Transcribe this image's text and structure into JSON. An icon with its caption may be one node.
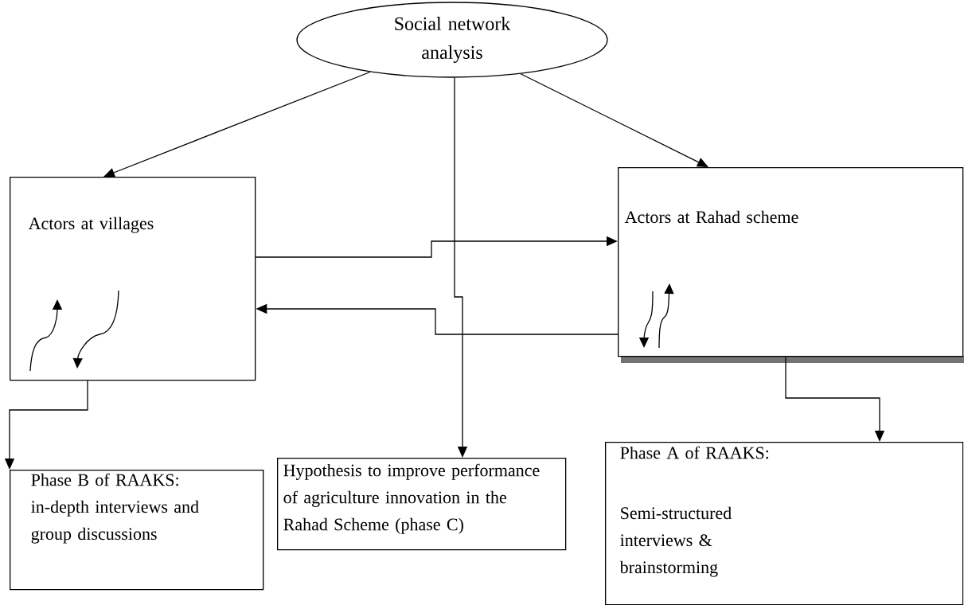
{
  "diagram": {
    "nodes": [
      {
        "text": [
          "Social network analysis"
        ]
      },
      {
        "text": [
          "Actors at villages"
        ]
      },
      {
        "text": [
          "Actors at Rahad scheme"
        ]
      },
      {
        "text": [
          "Phase B of RAAKS:",
          "in-depth interviews and group discussions"
        ]
      },
      {
        "text": [
          "Hypothesis to improve performance of agriculture innovation in the Rahad Scheme (phase C)"
        ]
      },
      {
        "text": [
          "Phase A of RAAKS:",
          "Semi-structured interviews & brainstorming"
        ]
      }
    ],
    "edges": [
      {
        "from": 0,
        "to": 1,
        "arrow": "to"
      },
      {
        "from": 0,
        "to": 2,
        "arrow": "to"
      },
      {
        "from": 0,
        "to": 4,
        "arrow": "to"
      },
      {
        "from": 1,
        "to": 2,
        "arrow": "to"
      },
      {
        "from": 2,
        "to": 1,
        "arrow": "to"
      },
      {
        "from": 1,
        "to": 3,
        "arrow": "to"
      },
      {
        "from": 2,
        "to": 5,
        "arrow": "to"
      }
    ]
  }
}
